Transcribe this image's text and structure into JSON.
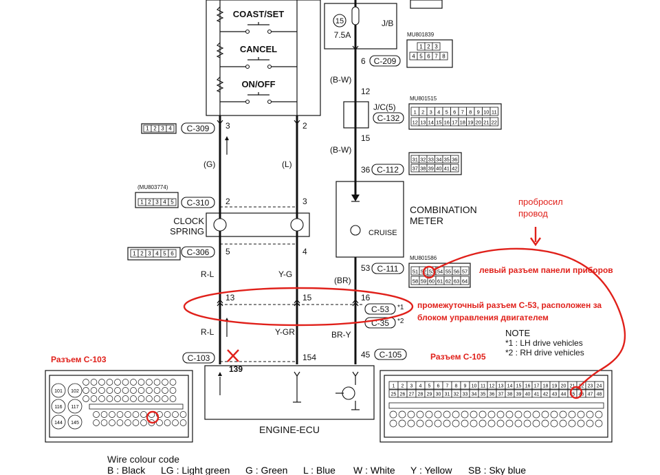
{
  "switches": {
    "coast_set": "COAST/SET",
    "cancel": "CANCEL",
    "on_off": "ON/OFF"
  },
  "fuse": {
    "number": "15",
    "rating": "7.5A",
    "box": "J/B"
  },
  "connectors": {
    "mu801839": "MU801839",
    "mu801515": "MU801515",
    "mu803774": "(MU803774)",
    "mu801586": "MU801586",
    "c209": "C-209",
    "c132": "C-132",
    "c112": "C-112",
    "c309": "C-309",
    "c310": "C-310",
    "c306": "C-306",
    "c111": "C-111",
    "c53": "C-53",
    "c35": "C-35",
    "c103": "C-103",
    "c105": "C-105"
  },
  "jc": "J/C(5)",
  "wires": {
    "bw1": "(B-W)",
    "bw2": "(B-W)",
    "g": "(G)",
    "l": "(L)",
    "br": "(BR)",
    "rl1": "R-L",
    "yg": "Y-G",
    "rl2": "R-L",
    "ygr": "Y-GR",
    "bry": "BR-Y"
  },
  "pins": {
    "p3a": "3",
    "p2a": "2",
    "p6": "6",
    "p12": "12",
    "p15": "15",
    "p36": "36",
    "p2b": "2",
    "p3b": "3",
    "p5": "5",
    "p4": "4",
    "p53": "53",
    "p13": "13",
    "p15b": "15",
    "p16": "16",
    "p154": "154",
    "p45": "45",
    "p139": "139"
  },
  "labels": {
    "clock_spring": [
      "CLOCK",
      "SPRING"
    ],
    "combination_meter": [
      "COMBINATION",
      "METER"
    ],
    "cruise": "CRUISE",
    "engine_ecu": "ENGINE-ECU",
    "star1": "*1",
    "star2": "*2"
  },
  "note": {
    "title": "NOTE",
    "line1": "*1 : LH drive vehicles",
    "line2": "*2 : RH drive vehicles"
  },
  "pin_grids": {
    "c309": [
      "1",
      "2",
      "3",
      "4"
    ],
    "c310": [
      "1",
      "2",
      "3",
      "4",
      "5"
    ],
    "c306": [
      "1",
      "2",
      "3",
      "4",
      "5",
      "6"
    ],
    "c209_row1": [
      "1",
      "2",
      "3"
    ],
    "c209_row2": [
      "4",
      "5",
      "6",
      "7",
      "8"
    ],
    "c132_row1": [
      "1",
      "2",
      "3",
      "4",
      "5",
      "6",
      "7",
      "8",
      "9",
      "10",
      "11"
    ],
    "c132_row2": [
      "12",
      "13",
      "14",
      "15",
      "16",
      "17",
      "18",
      "19",
      "20",
      "21",
      "22"
    ],
    "c112_row1": [
      "31",
      "32",
      "33",
      "34",
      "35",
      "36"
    ],
    "c112_row2": [
      "37",
      "38",
      "39",
      "40",
      "41",
      "42"
    ],
    "c111_row1": [
      "51",
      "52",
      "53",
      "54",
      "55",
      "56",
      "57"
    ],
    "c111_row2": [
      "58",
      "59",
      "60",
      "61",
      "62",
      "63",
      "64"
    ],
    "c103_big": [
      "101",
      "102",
      "116",
      "117",
      "144",
      "145"
    ],
    "c105_row1": [
      "1",
      "2",
      "3",
      "4",
      "5",
      "6",
      "7",
      "8",
      "9",
      "10",
      "11",
      "12",
      "13",
      "14",
      "15",
      "16",
      "17",
      "18",
      "19",
      "20",
      "21",
      "22",
      "23",
      "24"
    ],
    "c105_row2": [
      "25",
      "26",
      "27",
      "28",
      "29",
      "30",
      "31",
      "32",
      "33",
      "34",
      "35",
      "36",
      "37",
      "38",
      "39",
      "40",
      "41",
      "42",
      "43",
      "44",
      "45",
      "46",
      "47",
      "48"
    ]
  },
  "legend": {
    "title": "Wire colour code",
    "items": [
      "B : Black",
      "LG : Light green",
      "G : Green",
      "L : Blue",
      "W : White",
      "Y : Yellow",
      "SB : Sky blue"
    ]
  },
  "annotations": {
    "probrosil": [
      "проб­росил",
      "провод"
    ],
    "left_connector": "левый разъем панели приборов",
    "intermediate": [
      "промежуточный разъем С-53, расположен за",
      "блоком управления двигателем"
    ],
    "razem_c103": "Разъем С-103",
    "razem_c105": "Разъем С-105"
  },
  "colors": {
    "annotation": "#e0201a",
    "ink": "#111111"
  }
}
